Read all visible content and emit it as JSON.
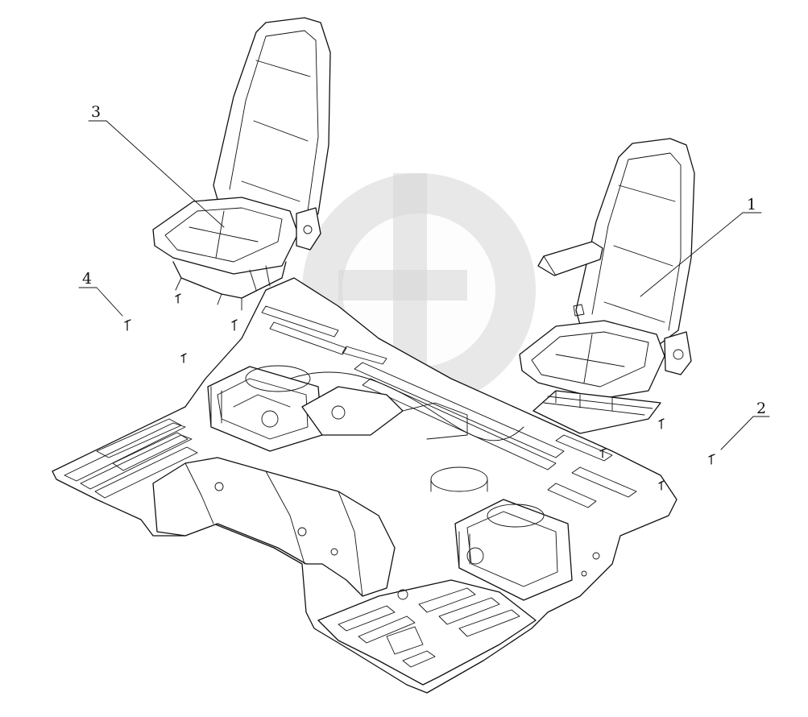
{
  "callouts": [
    {
      "id": "1",
      "label": "1"
    },
    {
      "id": "2",
      "label": "2"
    },
    {
      "id": "3",
      "label": "3"
    },
    {
      "id": "4",
      "label": "4"
    }
  ],
  "colors": {
    "line": "#111111",
    "watermark": "#d6d6d6",
    "background": "#ffffff"
  }
}
